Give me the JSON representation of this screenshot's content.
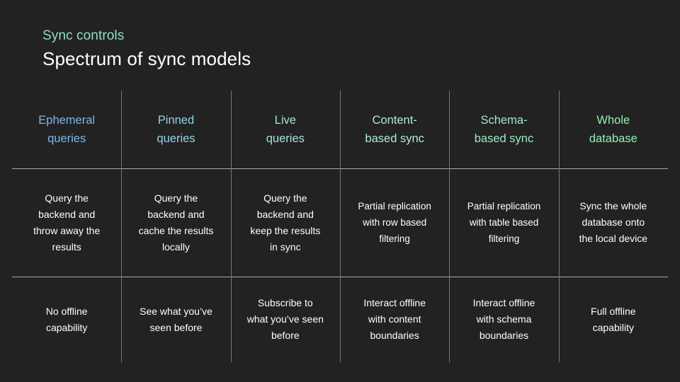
{
  "header": {
    "eyebrow": "Sync controls",
    "title": "Spectrum of sync models"
  },
  "colors": {
    "background": "#222222",
    "eyebrow": "#8ee0bd",
    "title": "#ffffff",
    "body_text": "#ffffff",
    "grid_line": "#6f7a78",
    "row_line": "#9fb0ad"
  },
  "table": {
    "columns": [
      {
        "header": "Ephemeral queries",
        "header_lines": [
          "Ephemeral",
          "queries"
        ],
        "header_color": "#7fb6f0",
        "description": "Query the backend and throw away the results",
        "description_lines": [
          "Query the",
          "backend and",
          "throw away the",
          "results"
        ],
        "capability": "No offline capability",
        "capability_lines": [
          "No offline",
          "capability"
        ]
      },
      {
        "header": "Pinned queries",
        "header_lines": [
          "Pinned",
          "queries"
        ],
        "header_color": "#93d2ea",
        "description": "Query the backend and cache the results locally",
        "description_lines": [
          "Query the",
          "backend and",
          "cache the results",
          "locally"
        ],
        "capability": "See what you’ve seen before",
        "capability_lines": [
          "See what you’ve",
          "seen before"
        ]
      },
      {
        "header": "Live queries",
        "header_lines": [
          "Live",
          "queries"
        ],
        "header_color": "#a6e2dc",
        "description": "Query the backend and keep the results in sync",
        "description_lines": [
          "Query the",
          "backend and",
          "keep the results",
          "in sync"
        ],
        "capability": "Subscribe to what you’ve seen before",
        "capability_lines": [
          "Subscribe to",
          "what you’ve seen",
          "before"
        ]
      },
      {
        "header": "Content-based sync",
        "header_lines": [
          "Content-",
          "based sync"
        ],
        "header_color": "#aeecd6",
        "description": "Partial replication with row based filtering",
        "description_lines": [
          "Partial replication",
          "with row based",
          "filtering"
        ],
        "capability": "Interact offline with content boundaries",
        "capability_lines": [
          "Interact offline",
          "with content",
          "boundaries"
        ]
      },
      {
        "header": "Schema-based sync",
        "header_lines": [
          "Schema-",
          "based sync"
        ],
        "header_color": "#9fe9c4",
        "description": "Partial replication with table based filtering",
        "description_lines": [
          "Partial replication",
          "with table based",
          "filtering"
        ],
        "capability": "Interact offline with schema boundaries",
        "capability_lines": [
          "Interact offline",
          "with schema",
          "boundaries"
        ]
      },
      {
        "header": "Whole database",
        "header_lines": [
          "Whole",
          "database"
        ],
        "header_color": "#95eeb5",
        "description": "Sync the whole database onto the local device",
        "description_lines": [
          "Sync the whole",
          "database onto",
          "the local device"
        ],
        "capability": "Full offline capability",
        "capability_lines": [
          "Full offline",
          "capability"
        ]
      }
    ]
  }
}
